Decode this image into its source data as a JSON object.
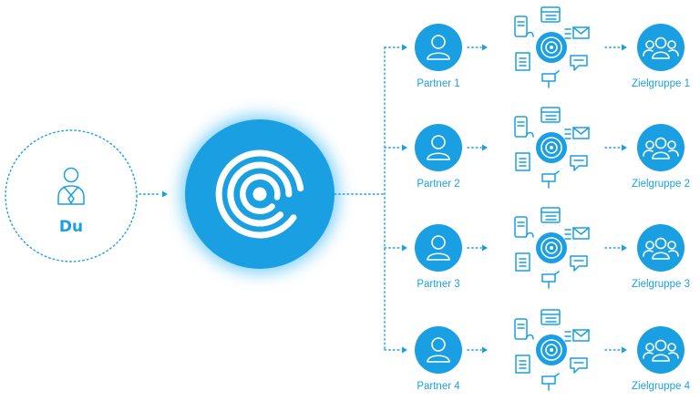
{
  "you": {
    "label": "Du"
  },
  "colors": {
    "accent": "#1aa0e2",
    "hub_glow": "#5fc5f5"
  },
  "rows": [
    {
      "partner": "Partner 1",
      "group": "Zielgruppe 1"
    },
    {
      "partner": "Partner 2",
      "group": "Zielgruppe 2"
    },
    {
      "partner": "Partner 3",
      "group": "Zielgruppe 3"
    },
    {
      "partner": "Partner 4",
      "group": "Zielgruppe 4"
    }
  ],
  "icons": {
    "you": "businessman-icon",
    "hub": "concentric-logo-icon",
    "partner": "person-icon",
    "channels": "marketing-channels-icon",
    "group": "people-group-icon"
  }
}
